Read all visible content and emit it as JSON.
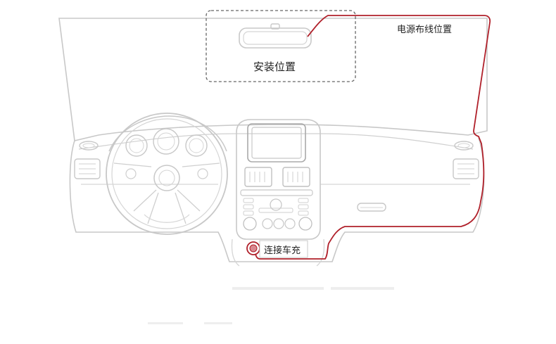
{
  "labels": {
    "install_position": "安装位置",
    "power_wiring": "电源布线位置",
    "connect_charger": "连接车充"
  },
  "colors": {
    "outline": "#c8c8c8",
    "wire": "#b0202a",
    "text": "#222222"
  }
}
